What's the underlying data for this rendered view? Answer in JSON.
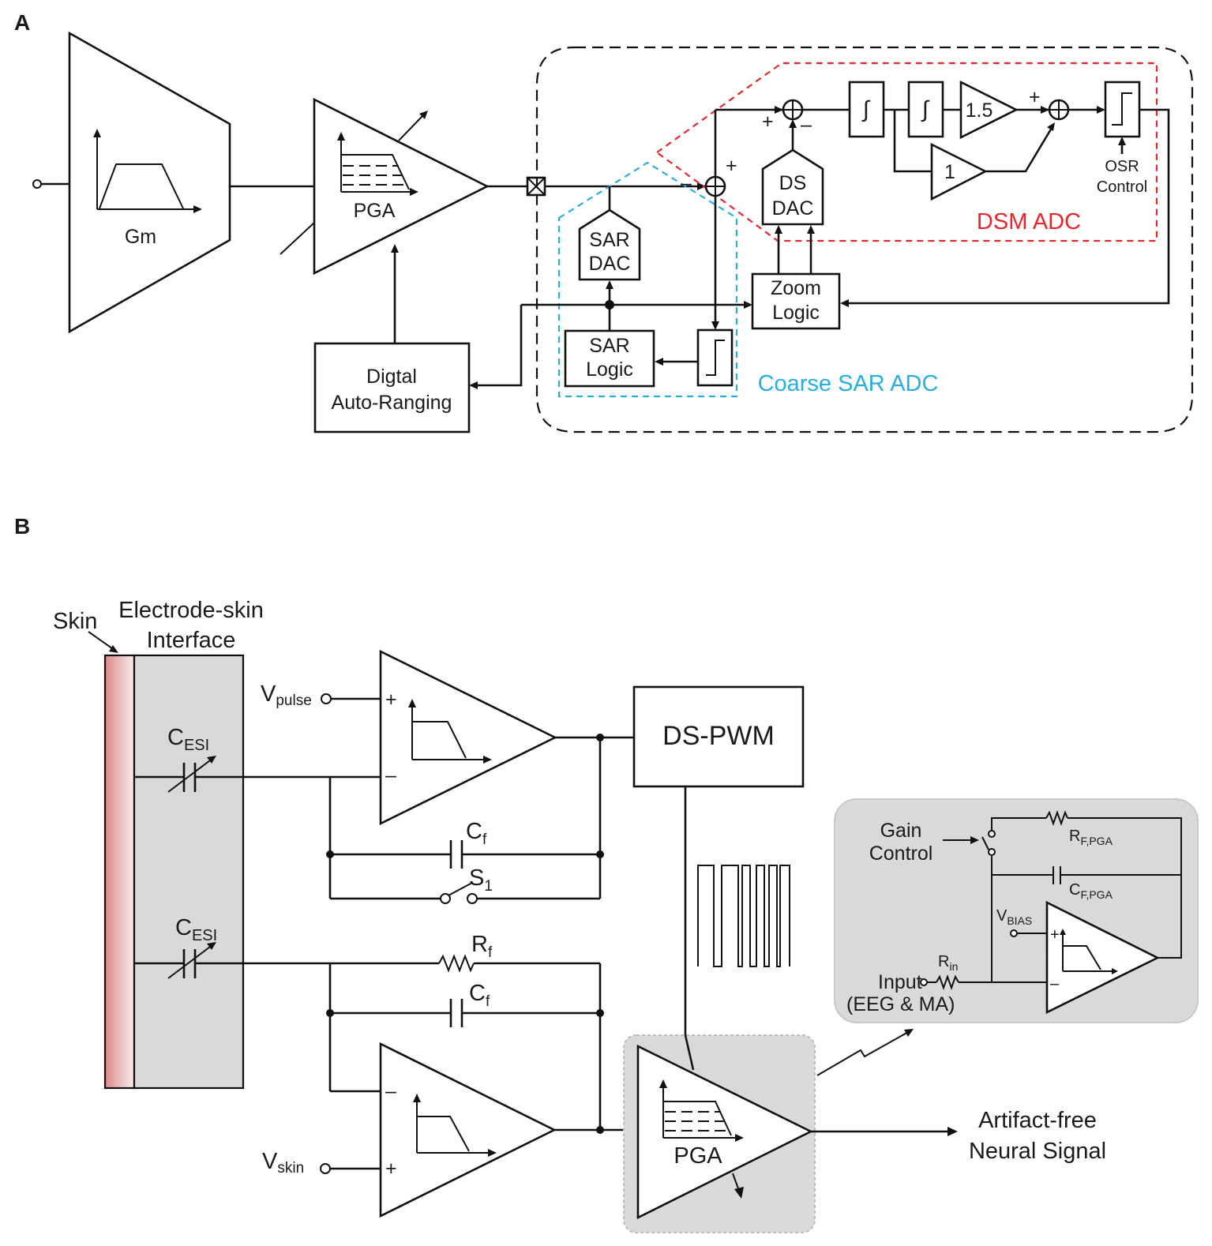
{
  "panel_a": {
    "letter": "A",
    "gm_label": "Gm",
    "pga_label": "PGA",
    "auto_ranging": [
      "Digtal",
      "Auto-Ranging"
    ],
    "sar_dac": [
      "SAR",
      "DAC"
    ],
    "sar_logic": [
      "SAR",
      "Logic"
    ],
    "ds_dac": [
      "DS",
      "DAC"
    ],
    "zoom_logic": [
      "Zoom",
      "Logic"
    ],
    "gain_1_5": "1.5",
    "gain_1": "1",
    "osr_control": [
      "OSR",
      "Control"
    ],
    "dsm_adc_label": "DSM ADC",
    "coarse_sar_label": "Coarse SAR ADC",
    "plus": "+",
    "minus": "–",
    "integrator_symbol": "∫",
    "colors": {
      "dsm": "#e8262b",
      "sar": "#29aee3",
      "outline": "#111111"
    }
  },
  "panel_b": {
    "letter": "B",
    "skin_label": "Skin",
    "esi_label": [
      "Electrode-skin",
      "Interface"
    ],
    "c_esi": {
      "main": "C",
      "sub": "ESI"
    },
    "v_pulse": {
      "main": "V",
      "sub": "pulse"
    },
    "v_skin": {
      "main": "V",
      "sub": "skin"
    },
    "ds_pwm": "DS-PWM",
    "c_f": {
      "main": "C",
      "sub": "f"
    },
    "r_f": {
      "main": "R",
      "sub": "f"
    },
    "s_1": {
      "main": "S",
      "sub": "1"
    },
    "pga_label": "PGA",
    "output_label": [
      "Artifact-free",
      "Neural Signal"
    ],
    "inset": {
      "gain_control": [
        "Gain",
        "Control"
      ],
      "r_f_pga": {
        "main": "R",
        "sub": "F,PGA"
      },
      "c_f_pga": {
        "main": "C",
        "sub": "F,PGA"
      },
      "v_bias": {
        "main": "V",
        "sub": "BIAS"
      },
      "r_in": {
        "main": "R",
        "sub": "in"
      },
      "input": [
        "Input",
        "(EEG & MA)"
      ]
    },
    "plus": "+",
    "minus": "–",
    "colors": {
      "skin": "#d9888a",
      "interface": "#d9d9d9",
      "pga_box": "#d9d9d9",
      "inset_box": "#d9d9d9"
    }
  }
}
